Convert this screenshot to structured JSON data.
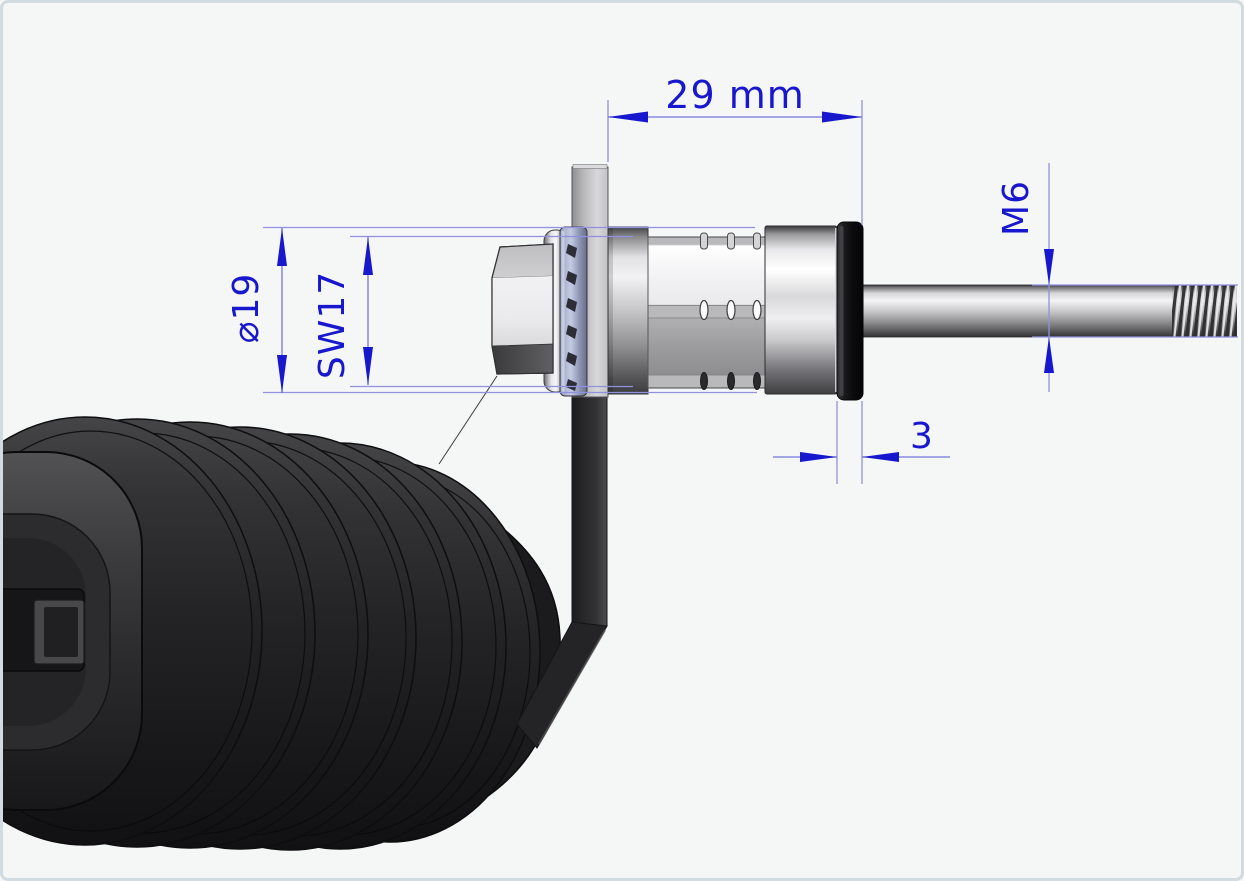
{
  "image": {
    "kind": "cad-dimensioned-drawing",
    "background_color": "#f5f6f6",
    "frame_color": "#d2dbdf"
  },
  "colors": {
    "dimension_blue": "#1717cd",
    "extension_blue": "#9191df",
    "metal_light": "#ededef",
    "rubber_black": "#1d1d1f",
    "washer_blue_gray": "#b5bdda"
  },
  "dimensions": {
    "overall_length": {
      "label": "29 mm",
      "value": 29,
      "unit": "mm",
      "orientation": "horizontal"
    },
    "body_diameter": {
      "label": "⌀19",
      "value": 19,
      "symbol": "diameter",
      "orientation": "vertical"
    },
    "wrench_size": {
      "label": "SW17",
      "value": 17,
      "orientation": "vertical"
    },
    "thread_size": {
      "label": "M6",
      "orientation": "vertical"
    },
    "spacer_thickness": {
      "label": "3",
      "value": 3,
      "orientation": "horizontal"
    }
  },
  "parts": [
    "rubber-bellows-boot",
    "cable-connector-end",
    "mounting-bracket-plate",
    "hex-nut",
    "dome-washer",
    "serrated-lock-washer",
    "sensor-housing-body",
    "black-spacer-ring",
    "threaded-shaft-m6"
  ]
}
